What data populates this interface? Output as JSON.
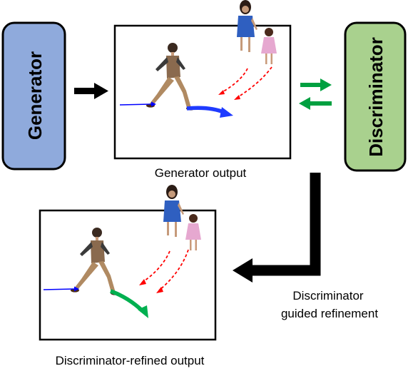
{
  "generator_label": "Generator",
  "discriminator_label": "Discriminator",
  "generator_output_caption": "Generator output",
  "refined_output_caption": "Discriminator-refined output",
  "refinement_caption_line1": "Discriminator",
  "refinement_caption_line2": "guided refinement",
  "icons": [
    "walking-man-figure",
    "woman-figure",
    "girl-figure"
  ],
  "colors": {
    "generator_fill": "#8faadc",
    "discriminator_fill": "#a9d18e",
    "past_trajectory": "#0000ff",
    "generator_prediction": "#1f3bff",
    "refined_prediction": "#00b050",
    "pedestrian_paths": "#ff0000",
    "exchange_arrows": "#00a040"
  }
}
